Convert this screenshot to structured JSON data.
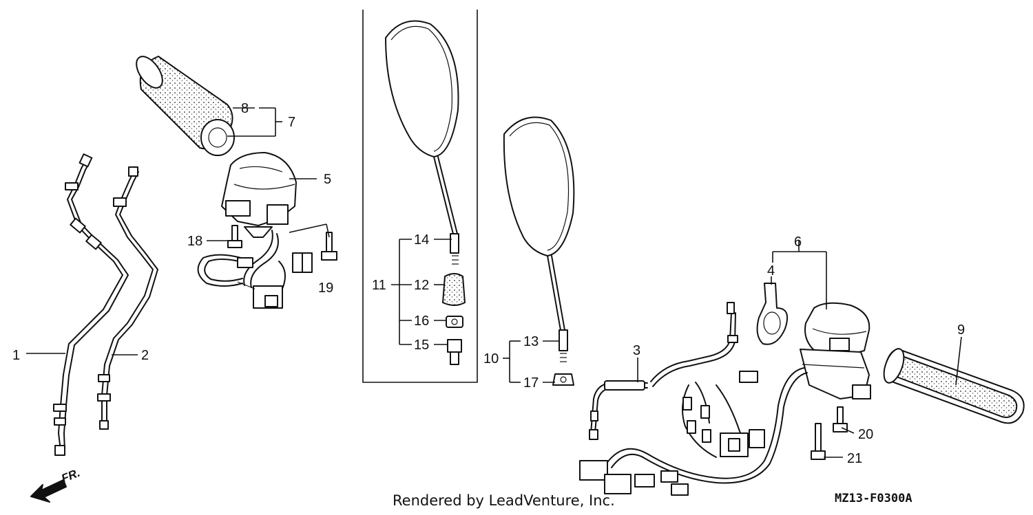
{
  "callouts": {
    "c1": "1",
    "c2": "2",
    "c3": "3",
    "c4": "4",
    "c5": "5",
    "c6": "6",
    "c7": "7",
    "c8": "8",
    "c9": "9",
    "c10": "10",
    "c11": "11",
    "c12": "12",
    "c13": "13",
    "c14": "14",
    "c15": "15",
    "c16": "16",
    "c17": "17",
    "c18": "18",
    "c19": "19",
    "c20": "20",
    "c21": "21"
  },
  "direction_label": "FR.",
  "footer": {
    "credit": "Rendered by LeadVenture, Inc.",
    "diagram_code": "MZ13-F0300A"
  },
  "colors": {
    "line": "#111111",
    "background": "#ffffff"
  }
}
